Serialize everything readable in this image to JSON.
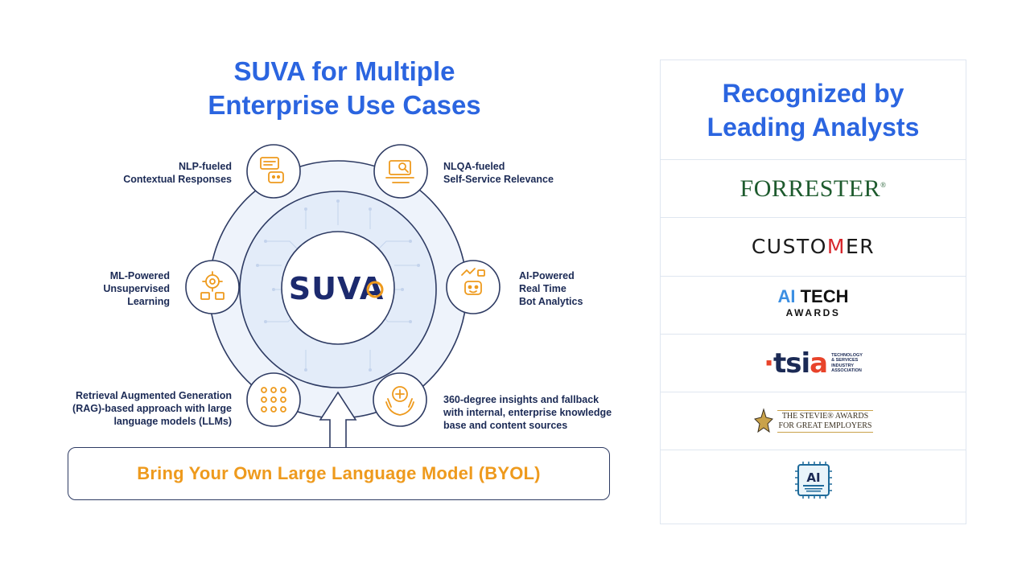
{
  "left": {
    "title_line1": "SUVA for Multiple",
    "title_line2": "Enterprise Use Cases"
  },
  "center_logo": "SUVA",
  "features": [
    {
      "lines": [
        "NLP-fueled",
        "Contextual Responses"
      ],
      "icon": "chat-bot-icon"
    },
    {
      "lines": [
        "NLQA-fueled",
        "Self-Service Relevance"
      ],
      "icon": "laptop-search-icon"
    },
    {
      "lines": [
        "ML-Powered",
        "Unsupervised",
        "Learning"
      ],
      "icon": "gear-learning-icon"
    },
    {
      "lines": [
        "AI-Powered",
        "Real Time",
        "Bot Analytics"
      ],
      "icon": "bot-analytics-icon"
    },
    {
      "lines": [
        "Retrieval Augmented Generation",
        "(RAG)-based approach with large",
        "language models (LLMs)"
      ],
      "icon": "node-grid-icon"
    },
    {
      "lines": [
        "360-degree insights and fallback",
        "with internal, enterprise knowledge",
        "base and content sources"
      ],
      "icon": "hands-brain-icon"
    }
  ],
  "byol_label": "Bring Your Own Large Language Model (BYOL)",
  "right": {
    "title_line1": "Recognized by",
    "title_line2": "Leading Analysts",
    "logos": {
      "forrester": "FORRESTER",
      "forrester_mark": "®",
      "customer_a": "CUSTO",
      "customer_b": "M",
      "customer_c": "ER",
      "aitech_ai": "AI",
      "aitech_tech": " TECH",
      "aitech_awards": "AWARDS",
      "tsia_dot": "·",
      "tsia_mark": "tsi",
      "tsia_a": "a",
      "tsia_small": [
        "TECHNOLOGY",
        "& SERVICES",
        "INDUSTRY",
        "ASSOCIATION"
      ],
      "stevie_line1": "THE STEVIE® AWARDS",
      "stevie_line2": "FOR GREAT EMPLOYERS",
      "ai_badge_text": "AI"
    }
  },
  "colors": {
    "title_blue": "#2b65e0",
    "navy": "#1b2a55",
    "orange": "#ee9a1d",
    "ring_light": "#e6effb",
    "ring_mid": "#c8d9f3"
  }
}
